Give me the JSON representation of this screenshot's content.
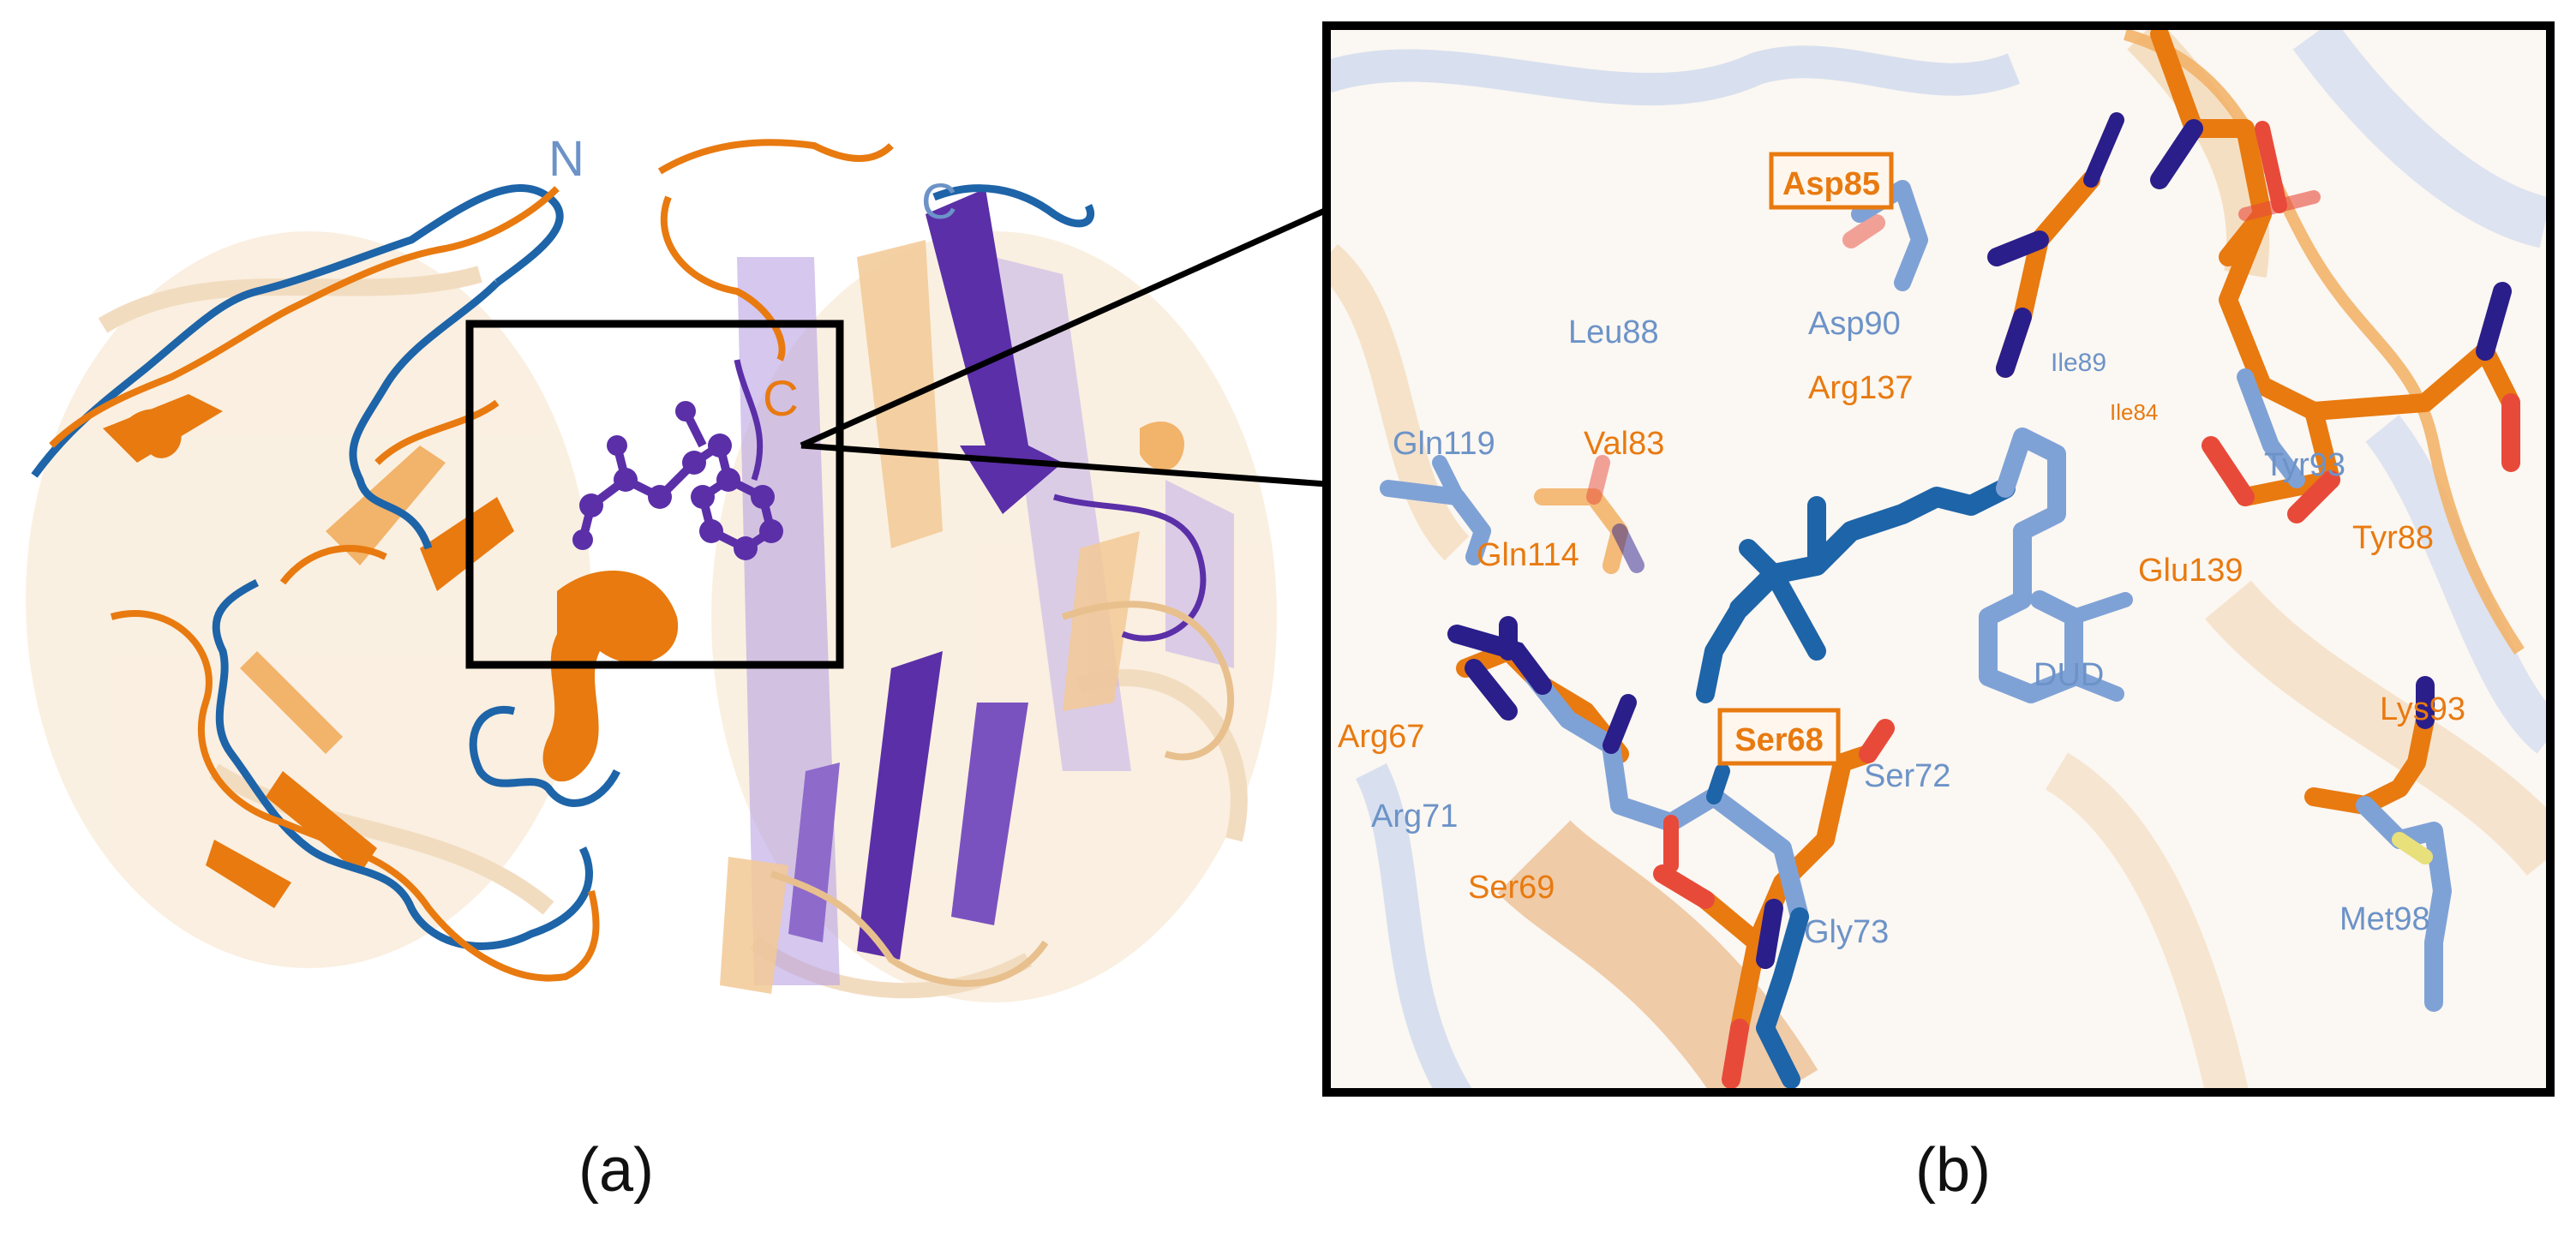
{
  "colors": {
    "orange": "#E87A10",
    "orange_light": "#F2B36A",
    "wheat": "#E8C08E",
    "blue": "#1E64A8",
    "blue_light": "#7FA2D6",
    "purple": "#5B2FA8",
    "purple_light": "#A78AD8",
    "red_oxygen": "#E84A3A",
    "navy_nitrogen": "#2A1E8A",
    "sulfur": "#E8E07A",
    "frame": "#000000"
  },
  "panel_a": {
    "caption": "(a)",
    "terminus_labels": {
      "N_blue": "N",
      "C_blue": "C",
      "C_orange": "C"
    }
  },
  "panel_b": {
    "caption": "(b)",
    "boxed_labels": {
      "asp85": "Asp85",
      "ser68": "Ser68"
    },
    "residue_labels": {
      "asp90": "Asp90",
      "leu88": "Leu88",
      "arg137": "Arg137",
      "ile89": "Ile89",
      "ile84": "Ile84",
      "gln119": "Gln119",
      "val83": "Val83",
      "tyr93": "Tyr93",
      "gln114": "Gln114",
      "tyr88": "Tyr88",
      "glu139": "Glu139",
      "dud": "DUD",
      "arg67": "Arg67",
      "ser72": "Ser72",
      "lys93": "Lys93",
      "arg71": "Arg71",
      "ser69": "Ser69",
      "gly73": "Gly73",
      "met98": "Met98"
    }
  }
}
